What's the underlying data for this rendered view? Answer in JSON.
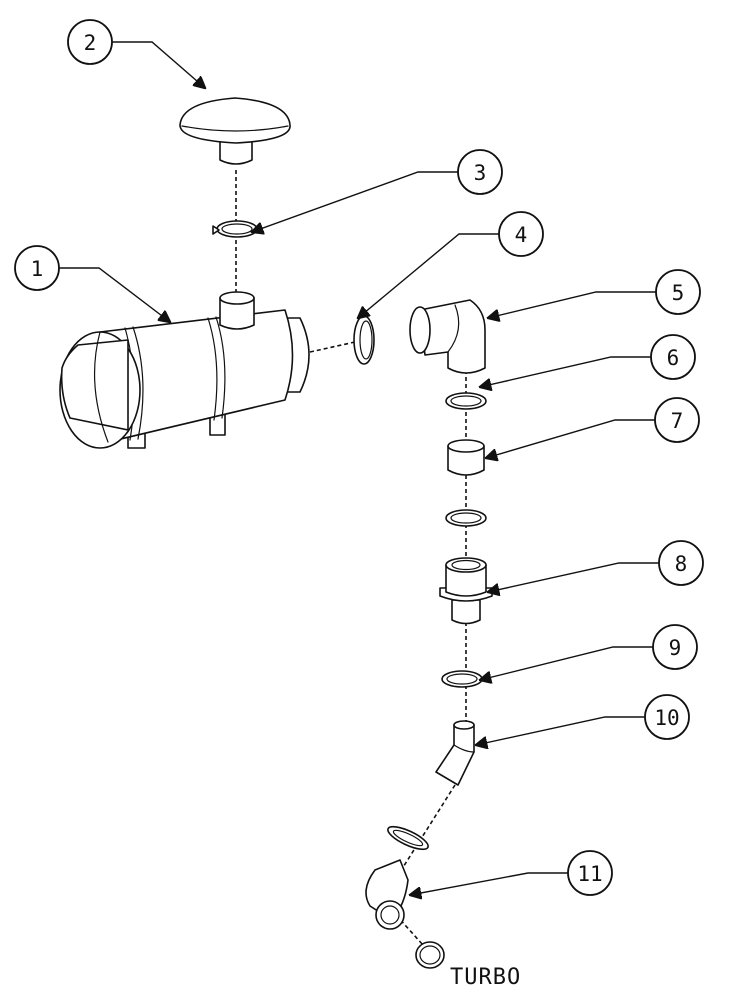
{
  "callouts": [
    {
      "number": "1"
    },
    {
      "number": "2"
    },
    {
      "number": "3"
    },
    {
      "number": "4"
    },
    {
      "number": "5"
    },
    {
      "number": "6"
    },
    {
      "number": "7"
    },
    {
      "number": "8"
    },
    {
      "number": "9"
    },
    {
      "number": "10"
    },
    {
      "number": "11"
    }
  ],
  "outlet_label": "TURBO"
}
